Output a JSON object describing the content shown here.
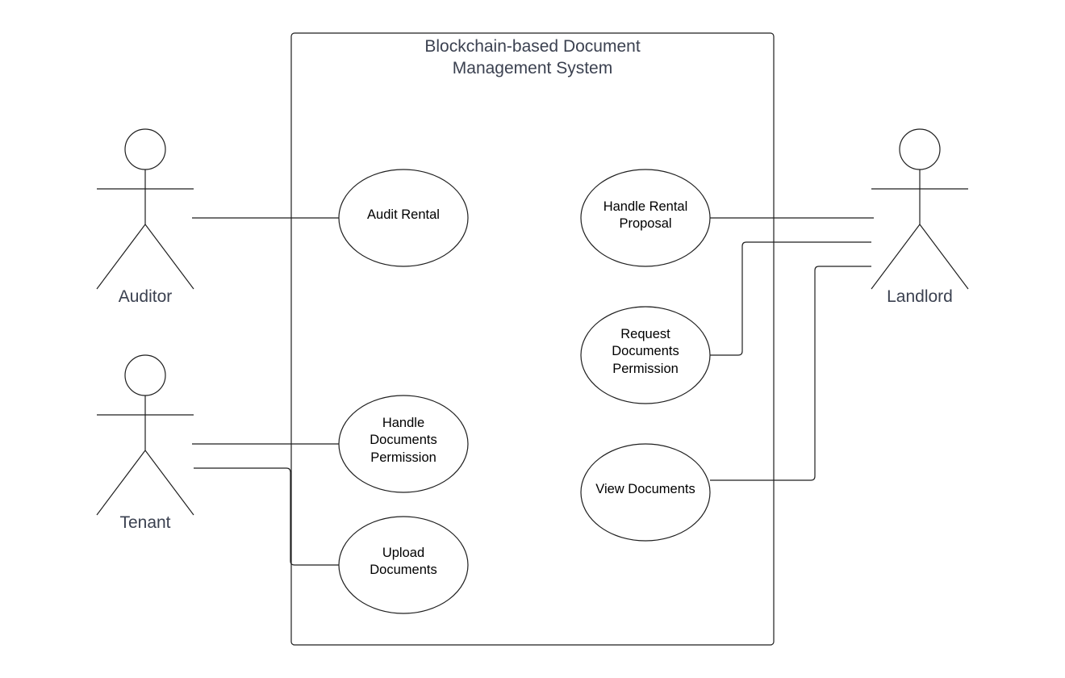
{
  "system": {
    "title_lines": [
      "Blockchain-based Document",
      "Management System"
    ]
  },
  "actors": [
    {
      "id": "auditor",
      "label": "Auditor"
    },
    {
      "id": "tenant",
      "label": "Tenant"
    },
    {
      "id": "landlord",
      "label": "Landlord"
    }
  ],
  "use_cases": [
    {
      "id": "audit-rental",
      "lines": [
        "Audit Rental"
      ]
    },
    {
      "id": "handle-rental-proposal",
      "lines": [
        "Handle Rental",
        "Proposal"
      ]
    },
    {
      "id": "request-documents-permission",
      "lines": [
        "Request",
        "Documents",
        "Permission"
      ]
    },
    {
      "id": "handle-documents-permission",
      "lines": [
        "Handle",
        "Documents",
        "Permission"
      ]
    },
    {
      "id": "view-documents",
      "lines": [
        "View Documents"
      ]
    },
    {
      "id": "upload-documents",
      "lines": [
        "Upload",
        "Documents"
      ]
    }
  ],
  "associations": [
    {
      "actor": "auditor",
      "use_case": "audit-rental"
    },
    {
      "actor": "tenant",
      "use_case": "handle-documents-permission"
    },
    {
      "actor": "tenant",
      "use_case": "upload-documents"
    },
    {
      "actor": "landlord",
      "use_case": "handle-rental-proposal"
    },
    {
      "actor": "landlord",
      "use_case": "request-documents-permission"
    },
    {
      "actor": "landlord",
      "use_case": "view-documents"
    }
  ],
  "colors": {
    "stroke": "#1f1f1f",
    "title_text": "#3b4150",
    "label_text": "#000000",
    "background": "#ffffff"
  }
}
